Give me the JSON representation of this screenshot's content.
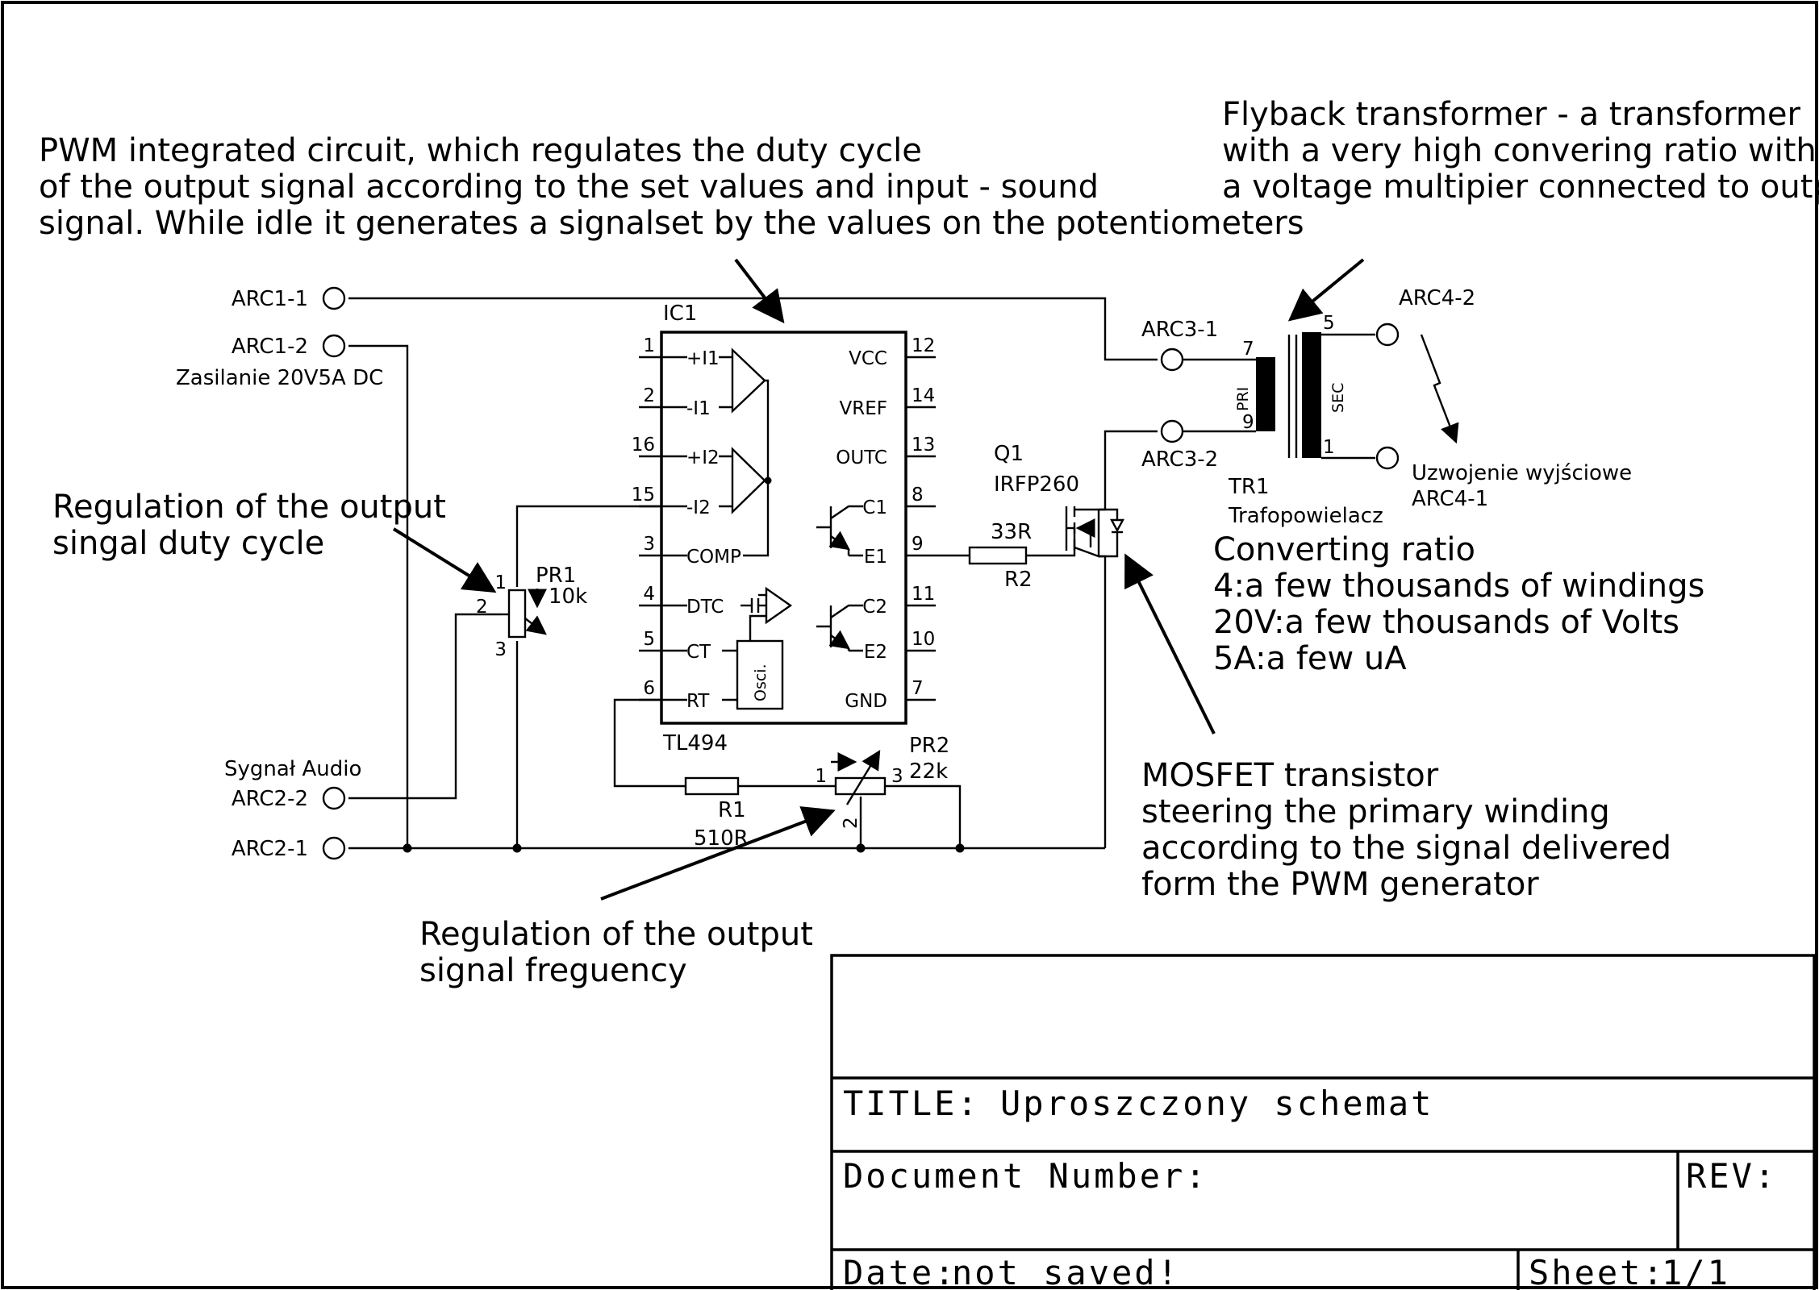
{
  "annotations": {
    "pwm_ic": [
      "PWM integrated circuit, which regulates the duty cycle",
      "of the output signal according to the set values and input - sound",
      "signal. While idle it generates a signalset by the values on the potentiometers"
    ],
    "flyback": [
      "Flyback transformer - a transformer",
      "with a very high convering ratio with",
      "a voltage multipier connected to output"
    ],
    "duty": [
      "Regulation of the output",
      "singal duty cycle"
    ],
    "converting": [
      "Converting ratio",
      "4:a few thousands of windings",
      "20V:a few thousands of Volts",
      "5A:a few uA"
    ],
    "mosfet": [
      "MOSFET transistor",
      "steering the primary winding",
      "according to the signal delivered",
      "form the PWM generator"
    ],
    "frequency": [
      "Regulation of the output",
      "signal freguency"
    ]
  },
  "connectors": {
    "arc1_1": "ARC1-1",
    "arc1_2": "ARC1-2",
    "arc1_note": "Zasilanie 20V5A DC",
    "arc2_note": "Sygnał Audio",
    "arc2_2": "ARC2-2",
    "arc2_1": "ARC2-1",
    "arc3_1": "ARC3-1",
    "arc3_2": "ARC3-2",
    "arc4_2": "ARC4-2",
    "arc4_note": "Uzwojenie wyjściowe",
    "arc4_1": "ARC4-1"
  },
  "ic1": {
    "ref": "IC1",
    "part": "TL494",
    "osc": "Osci.",
    "left_pins": [
      {
        "num": "1",
        "name": "+I1"
      },
      {
        "num": "2",
        "name": "-I1"
      },
      {
        "num": "16",
        "name": "+I2"
      },
      {
        "num": "15",
        "name": "-I2"
      },
      {
        "num": "3",
        "name": "COMP"
      },
      {
        "num": "4",
        "name": "DTC"
      },
      {
        "num": "5",
        "name": "CT"
      },
      {
        "num": "6",
        "name": "RT"
      }
    ],
    "right_pins": [
      {
        "num": "12",
        "name": "VCC"
      },
      {
        "num": "14",
        "name": "VREF"
      },
      {
        "num": "13",
        "name": "OUTC"
      },
      {
        "num": "8",
        "name": "C1"
      },
      {
        "num": "9",
        "name": "E1"
      },
      {
        "num": "11",
        "name": "C2"
      },
      {
        "num": "10",
        "name": "E2"
      },
      {
        "num": "7",
        "name": "GND"
      }
    ]
  },
  "pr1": {
    "ref": "PR1",
    "value": "10k",
    "pin1": "1",
    "pin2": "2",
    "pin3": "3"
  },
  "pr2": {
    "ref": "PR2",
    "value": "22k",
    "pin1": "1",
    "pin2": "2",
    "pin3": "3"
  },
  "r1": {
    "ref": "R1",
    "value": "510R"
  },
  "r2": {
    "ref": "R2",
    "value": "33R"
  },
  "q1": {
    "ref": "Q1",
    "part": "IRFP260"
  },
  "tr1": {
    "ref": "TR1",
    "name": "Trafopowielacz",
    "pri": "PRI",
    "sec": "SEC",
    "p7": "7",
    "p9": "9",
    "p5": "5",
    "p1": "1"
  },
  "title_block": {
    "title_label": "TITLE:",
    "title": "Uproszczony schemat",
    "docnum_label": "Document Number:",
    "rev_label": "REV:",
    "date_label": "Date:",
    "date": "not saved!",
    "sheet_label": "Sheet:",
    "sheet": "1/1"
  }
}
